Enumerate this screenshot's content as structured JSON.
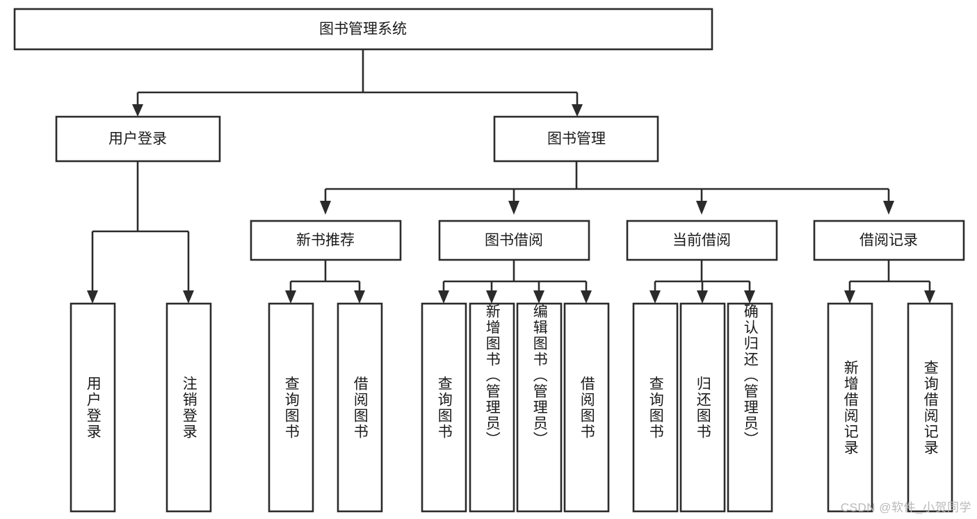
{
  "diagram": {
    "type": "hierarchy-tree",
    "title": "图书管理系统",
    "root": {
      "label": "图书管理系统"
    },
    "level1": [
      {
        "label": "用户登录"
      },
      {
        "label": "图书管理"
      }
    ],
    "level2": [
      {
        "label": "新书推荐",
        "parent": "图书管理"
      },
      {
        "label": "图书借阅",
        "parent": "图书管理"
      },
      {
        "label": "当前借阅",
        "parent": "图书管理"
      },
      {
        "label": "借阅记录",
        "parent": "图书管理"
      }
    ],
    "leaves": {
      "user_login": [
        {
          "label": "用户登录"
        },
        {
          "label": "注销登录"
        }
      ],
      "new_book_recommend": [
        {
          "label": "查询图书"
        },
        {
          "label": "借阅图书"
        }
      ],
      "book_borrow": [
        {
          "label": "查询图书"
        },
        {
          "label": "新增图书（管理员）"
        },
        {
          "label": "编辑图书（管理员）"
        },
        {
          "label": "借阅图书"
        }
      ],
      "current_borrow": [
        {
          "label": "查询图书"
        },
        {
          "label": "归还图书"
        },
        {
          "label": "确认归还（管理员）"
        }
      ],
      "borrow_record": [
        {
          "label": "新增借阅记录"
        },
        {
          "label": "查询借阅记录"
        }
      ]
    }
  },
  "watermark": {
    "text": "CSDN @软件_小贺同学"
  },
  "colors": {
    "stroke": "#2b2b2b",
    "background": "#ffffff",
    "text": "#1a1a1a",
    "watermark": "#b9b9b9"
  }
}
